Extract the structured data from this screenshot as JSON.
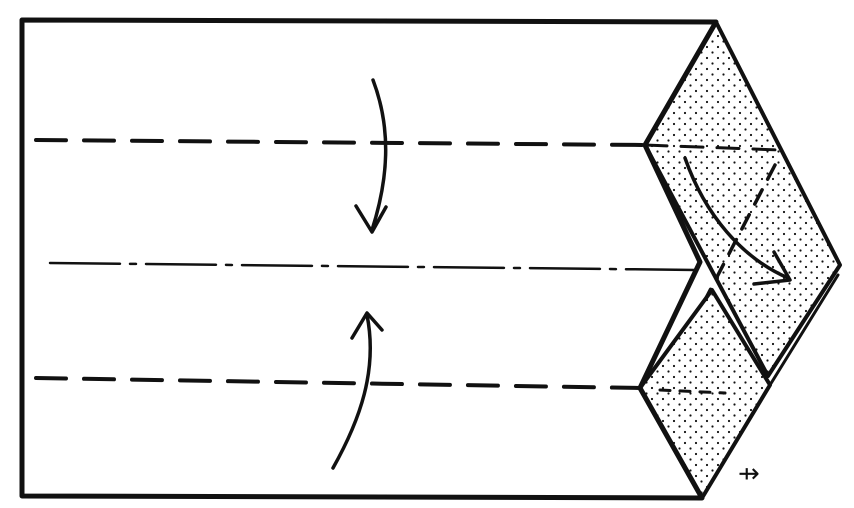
{
  "diagram": {
    "kind": "origami-instruction",
    "ink_color": "#111111",
    "paper_color": "#ffffff",
    "shading": "stipple",
    "steps": [
      {
        "name": "valley-fold-top-to-center",
        "direction": "down"
      },
      {
        "name": "valley-fold-bottom-to-center",
        "direction": "up"
      },
      {
        "name": "fold-flap-down",
        "direction": "down-right"
      }
    ],
    "corner_mark": "⇸"
  }
}
